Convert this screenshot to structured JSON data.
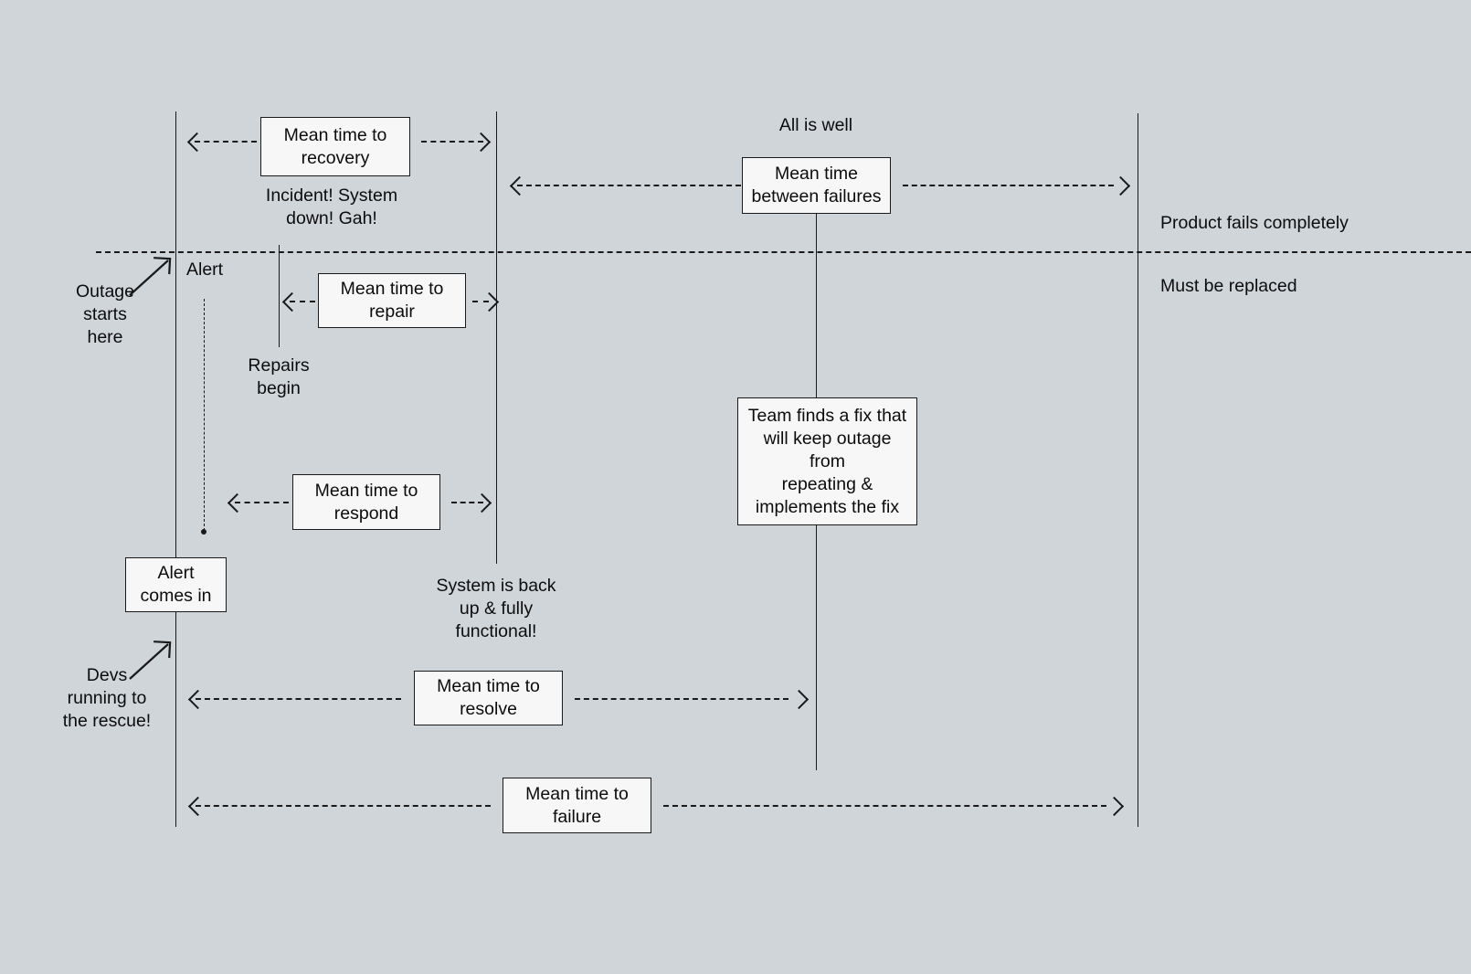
{
  "diagram": {
    "title": "Incident response time metrics timeline",
    "type": "timeline-diagram",
    "background_color": "#d0d5da",
    "box_fill_color": "#f7f7f7",
    "line_color": "#1a1a1a",
    "boxes": [
      {
        "id": "mttrecovery",
        "text": "Mean time to\nrecovery"
      },
      {
        "id": "mtbf",
        "text": "Mean time\nbetween failures"
      },
      {
        "id": "mttrepair",
        "text": "Mean time to\nrepair"
      },
      {
        "id": "team-fix",
        "text": "Team finds a fix that\nwill keep outage from\nrepeating &\nimplements the fix"
      },
      {
        "id": "mttrespond",
        "text": "Mean time to\nrespond"
      },
      {
        "id": "alert-comes-in",
        "text": "Alert\ncomes in"
      },
      {
        "id": "mttresolve",
        "text": "Mean time to\nresolve"
      },
      {
        "id": "mttfailure",
        "text": "Mean time to\nfailure"
      }
    ],
    "labels": [
      {
        "id": "all-is-well",
        "text": "All is well"
      },
      {
        "id": "incident",
        "text": "Incident! System\ndown! Gah!"
      },
      {
        "id": "product-fails",
        "text": "Product fails completely"
      },
      {
        "id": "must-be-replaced",
        "text": "Must be replaced"
      },
      {
        "id": "alert",
        "text": "Alert"
      },
      {
        "id": "outage-starts",
        "text": "Outage\nstarts\nhere"
      },
      {
        "id": "repairs-begin",
        "text": "Repairs\nbegin"
      },
      {
        "id": "system-back-up",
        "text": "System is back\nup & fully\nfunctional!"
      },
      {
        "id": "devs-running",
        "text": "Devs\nrunning to\nthe rescue!"
      }
    ]
  }
}
